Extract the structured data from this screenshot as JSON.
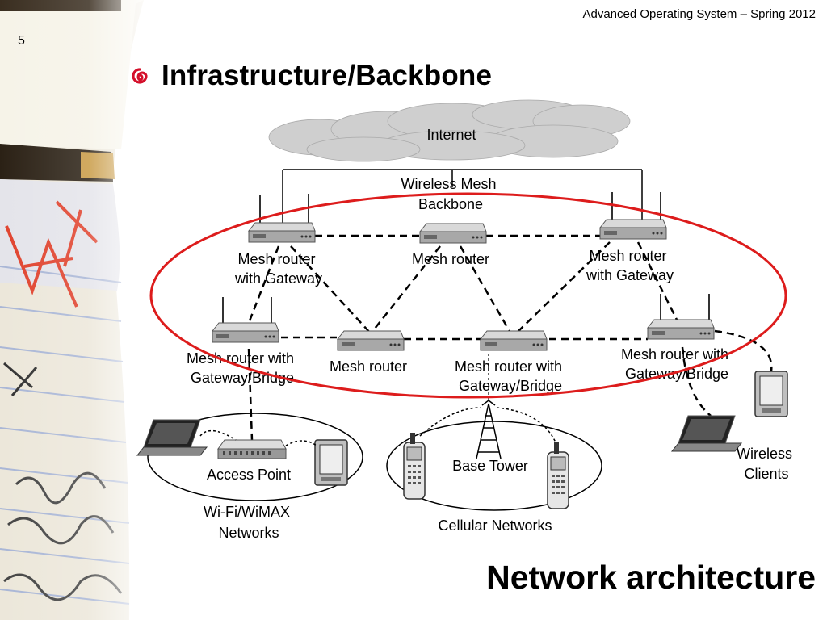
{
  "header": {
    "course": "Advanced Operating System – Spring 2012",
    "page_number": "5"
  },
  "slide": {
    "heading": "Infrastructure/Backbone",
    "footer_title": "Network architecture"
  },
  "diagram": {
    "internet": "Internet",
    "backbone": [
      "Wireless Mesh",
      "Backbone"
    ],
    "routers": {
      "top_left": [
        "Mesh router",
        "with Gateway"
      ],
      "top_middle": [
        "Mesh router"
      ],
      "top_right": [
        "Mesh router",
        "with Gateway"
      ],
      "bottom_1": [
        "Mesh router with",
        "Gateway/Bridge"
      ],
      "bottom_2": [
        "Mesh  router"
      ],
      "bottom_3": [
        "Mesh router with",
        "Gateway/Bridge"
      ],
      "bottom_4": [
        "Mesh router with",
        "Gateway/Bridge"
      ]
    },
    "access_point": "Access Point",
    "wifi_network": [
      "Wi-Fi/WiMAX",
      "Networks"
    ],
    "base_tower": "Base Tower",
    "cellular_network": "Cellular Networks",
    "wireless_clients": [
      "Wireless",
      "Clients"
    ],
    "highlight_color": "#dd1c1c"
  }
}
